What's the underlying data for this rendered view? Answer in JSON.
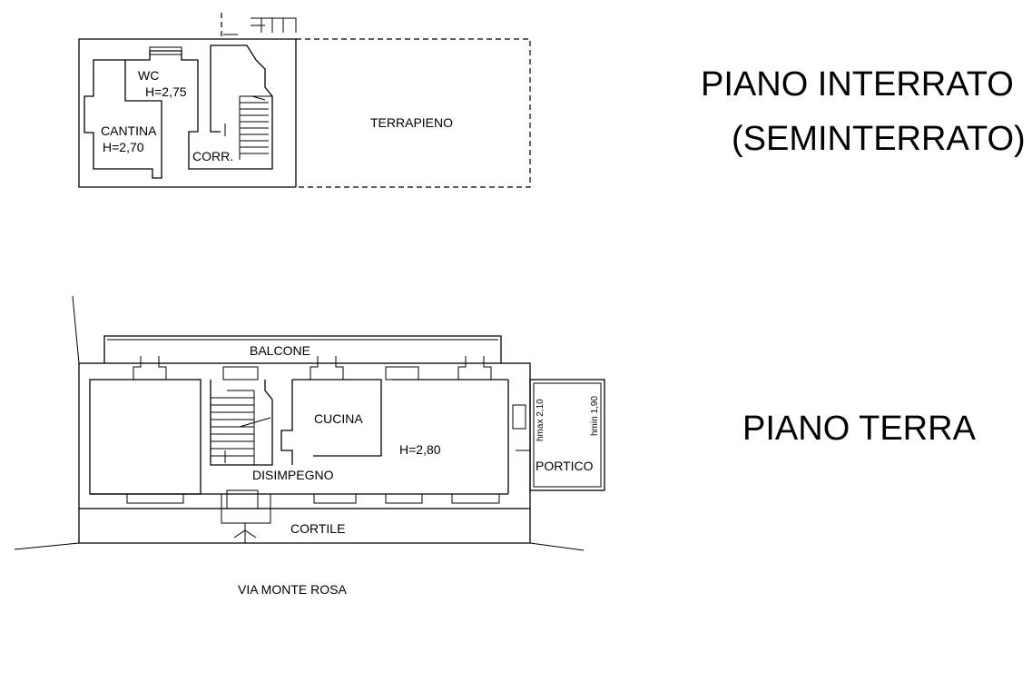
{
  "titles": {
    "basement": "PIANO INTERRATO",
    "basement_sub": "(SEMINTERRATO)",
    "ground": "PIANO TERRA"
  },
  "basement_rooms": {
    "wc": "WC",
    "wc_height": "H=2,75",
    "cantina": "CANTINA",
    "cantina_height": "H=2,70",
    "corridor": "CORR.",
    "embankment": "TERRAPIENO"
  },
  "ground_rooms": {
    "balcony": "BALCONE",
    "kitchen": "CUCINA",
    "living_height": "H=2,80",
    "hallway": "DISIMPEGNO",
    "porch": "PORTICO",
    "porch_hmax": "hmax 2,10",
    "porch_hmin": "hmin 1,90",
    "courtyard": "CORTILE"
  },
  "street": "VIA MONTE ROSA"
}
